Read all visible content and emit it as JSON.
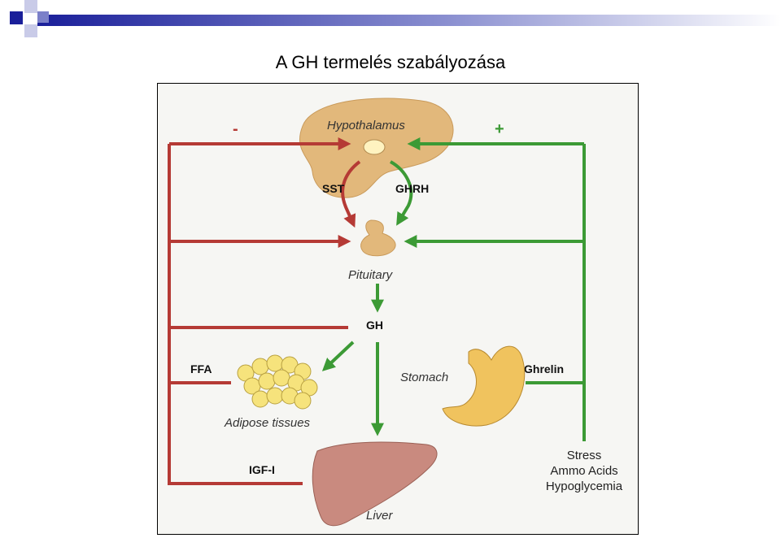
{
  "slide": {
    "title": "A GH termelés szabályozása"
  },
  "diagram": {
    "signs": {
      "negative": "-",
      "positive": "+"
    },
    "organs": {
      "hypothalamus": "Hypothalamus",
      "pituitary": "Pituitary",
      "adipose": "Adipose tissues",
      "stomach": "Stomach",
      "liver": "Liver"
    },
    "hormones": {
      "sst": "SST",
      "ghrh": "GHRH",
      "gh": "GH",
      "ffa": "FFA",
      "ghrelin": "Ghrelin",
      "igf": "IGF-I"
    },
    "stimuli": [
      "Stress",
      "Ammo Acids",
      "Hypoglycemia"
    ],
    "colors": {
      "inhibition": "#b53a35",
      "stimulation": "#3c9a35",
      "organ": "#e2b87b",
      "liver": "#c98a7f",
      "fat": "#f6e37c",
      "stomach": "#f0c35e"
    }
  }
}
